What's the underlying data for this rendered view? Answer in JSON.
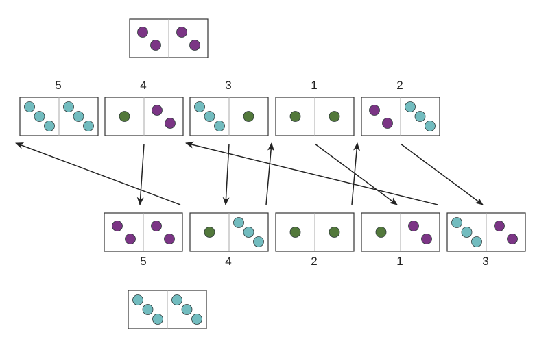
{
  "colors": {
    "purple": "#7b3585",
    "teal": "#72bcbf",
    "green": "#52783b",
    "outline": "#333333",
    "divider": "#aaaaaa",
    "arrow": "#222222"
  },
  "top_extra_domino": {
    "left": "purple-2",
    "right": "purple-2"
  },
  "top_row": [
    {
      "label": "5",
      "left": "teal-3",
      "right": "teal-3"
    },
    {
      "label": "4",
      "left": "green-1",
      "right": "purple-2"
    },
    {
      "label": "3",
      "left": "teal-3",
      "right": "green-1"
    },
    {
      "label": "1",
      "left": "green-1",
      "right": "green-1"
    },
    {
      "label": "2",
      "left": "purple-2",
      "right": "teal-3"
    }
  ],
  "bottom_row": [
    {
      "label": "5",
      "left": "purple-2",
      "right": "purple-2"
    },
    {
      "label": "4",
      "left": "green-1",
      "right": "teal-3"
    },
    {
      "label": "2",
      "left": "green-1",
      "right": "green-1"
    },
    {
      "label": "1",
      "left": "green-1",
      "right": "purple-2"
    },
    {
      "label": "3",
      "left": "teal-3",
      "right": "purple-2"
    }
  ],
  "bottom_extra_domino": {
    "left": "teal-3",
    "right": "teal-3"
  },
  "arrows": [
    {
      "from": "top-1",
      "to": "bottom-0"
    },
    {
      "from": "bottom-1",
      "to": "top-0"
    },
    {
      "from": "top-2",
      "to": "bottom-1"
    },
    {
      "from": "bottom-2",
      "to": "top-3"
    },
    {
      "from": "top-3",
      "to": "bottom-3"
    },
    {
      "from": "bottom-3",
      "to": "top-4"
    },
    {
      "from": "top-4",
      "to": "bottom-4"
    },
    {
      "from": "bottom-4",
      "to": "top-2"
    }
  ]
}
